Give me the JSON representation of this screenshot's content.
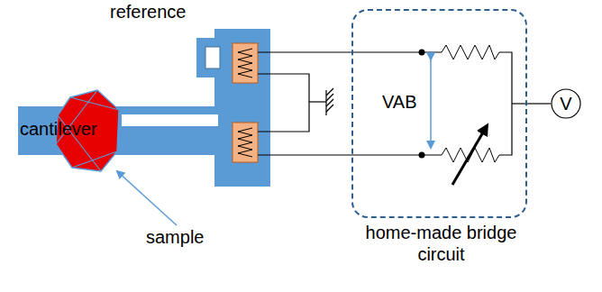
{
  "diagram": {
    "nodes": [
      {
        "text": [
          "home-made bridge circuit"
        ]
      },
      {
        "text": [
          "V"
        ]
      }
    ],
    "edges": [
      {
        "from": 0,
        "to": 1,
        "arrow": "none"
      }
    ],
    "labels": [
      "reference",
      "cantilever",
      "sample",
      "VAB"
    ]
  }
}
